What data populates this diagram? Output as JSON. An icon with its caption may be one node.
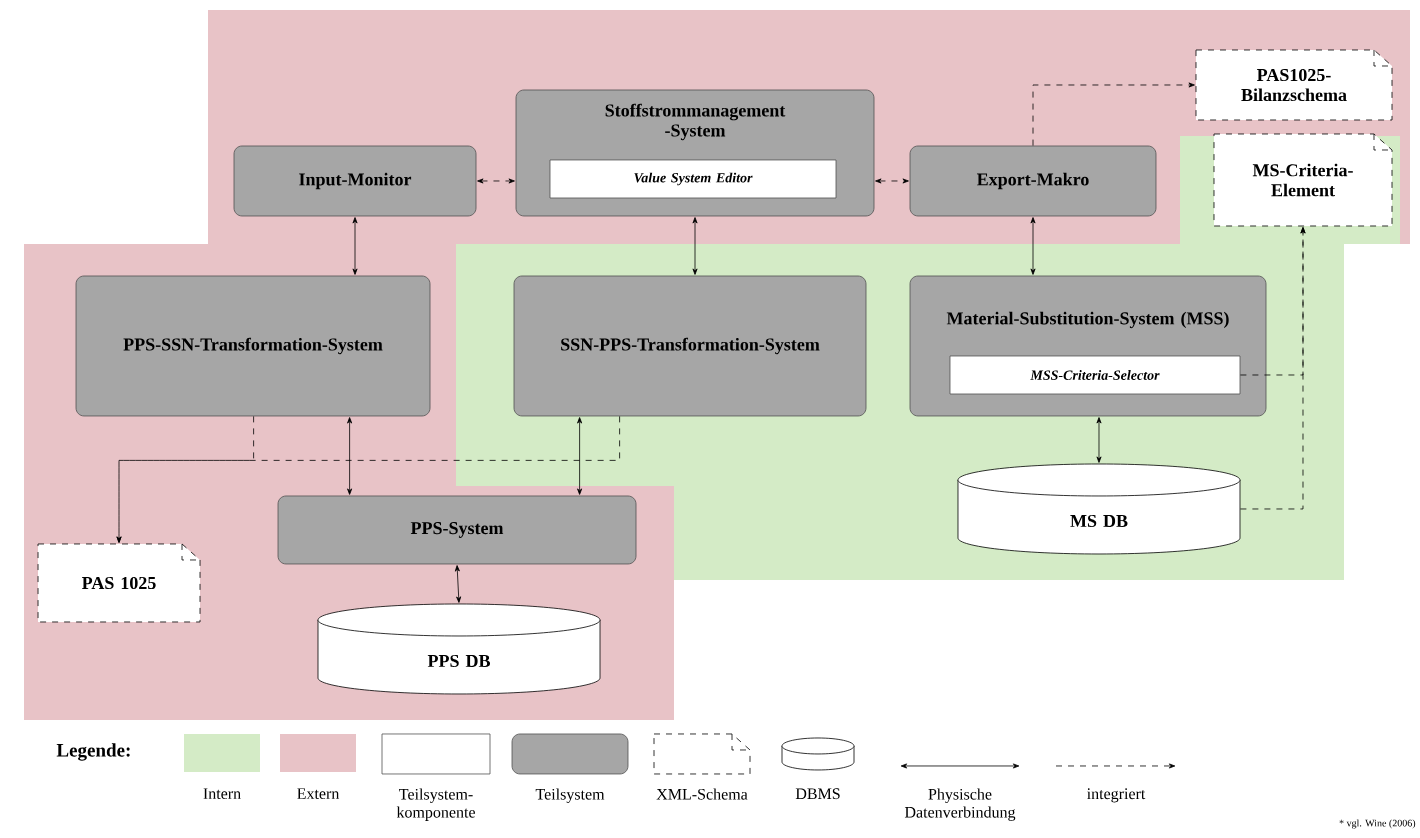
{
  "diagram": {
    "nodes": [
      {
        "text": [
          "Stoffstrommanagement -System"
        ]
      },
      {
        "text": [
          "Value System Editor"
        ],
        "in": 0
      },
      {
        "text": [
          "Input-Monitor"
        ]
      },
      {
        "text": [
          "Export-Makro"
        ]
      },
      {
        "text": [
          "PAS1025-Bilanzschema"
        ]
      },
      {
        "text": [
          "MS-Criteria-Element"
        ]
      },
      {
        "text": [
          "PPS-SSN-Transformation-System"
        ]
      },
      {
        "text": [
          "SSN-PPS-Transformation-System"
        ]
      },
      {
        "text": [
          "Material-Substitution-System (MSS)"
        ]
      },
      {
        "text": [
          "MSS-Criteria-Selector"
        ],
        "in": 8
      },
      {
        "text": [
          "MS DB"
        ]
      },
      {
        "text": [
          "PPS-System"
        ]
      },
      {
        "text": [
          "PPS DB"
        ]
      },
      {
        "text": [
          "PAS 1025"
        ]
      }
    ],
    "edges": [
      {
        "from": 2,
        "to": 0,
        "arrow": "both",
        "style": "dashed"
      },
      {
        "from": 0,
        "to": 3,
        "arrow": "both",
        "style": "dashed"
      },
      {
        "from": 3,
        "to": 4,
        "arrow": "to",
        "style": "dashed"
      },
      {
        "from": 2,
        "to": 6,
        "arrow": "both"
      },
      {
        "from": 0,
        "to": 7,
        "arrow": "both"
      },
      {
        "from": 3,
        "to": 8,
        "arrow": "both"
      },
      {
        "from": 9,
        "to": 5,
        "arrow": "to",
        "style": "dashed"
      },
      {
        "from": 10,
        "to": 5,
        "arrow": "to",
        "style": "dashed"
      },
      {
        "from": 8,
        "to": 10,
        "arrow": "both"
      },
      {
        "from": 6,
        "to": 11,
        "arrow": "both"
      },
      {
        "from": 7,
        "to": 11,
        "arrow": "both"
      },
      {
        "from": 6,
        "to": 13,
        "arrow": "to",
        "style": "dashed"
      },
      {
        "from": 7,
        "to": 13,
        "arrow": "to",
        "style": "dashed"
      },
      {
        "from": 11,
        "to": 12,
        "arrow": "both"
      }
    ],
    "labels": [
      "Legende:",
      "* vgl. Wine (2006)"
    ],
    "legend": [
      {
        "text": "Intern",
        "color": "#d4ebc6"
      },
      {
        "text": "Extern",
        "color": "#e8c3c7"
      },
      {
        "text": "Teilsystem-komponente"
      },
      {
        "text": "Teilsystem"
      },
      {
        "text": "XML-Schema"
      },
      {
        "text": "DBMS"
      },
      {
        "text": "Physische Datenverbindung"
      },
      {
        "text": "integriert"
      }
    ]
  }
}
